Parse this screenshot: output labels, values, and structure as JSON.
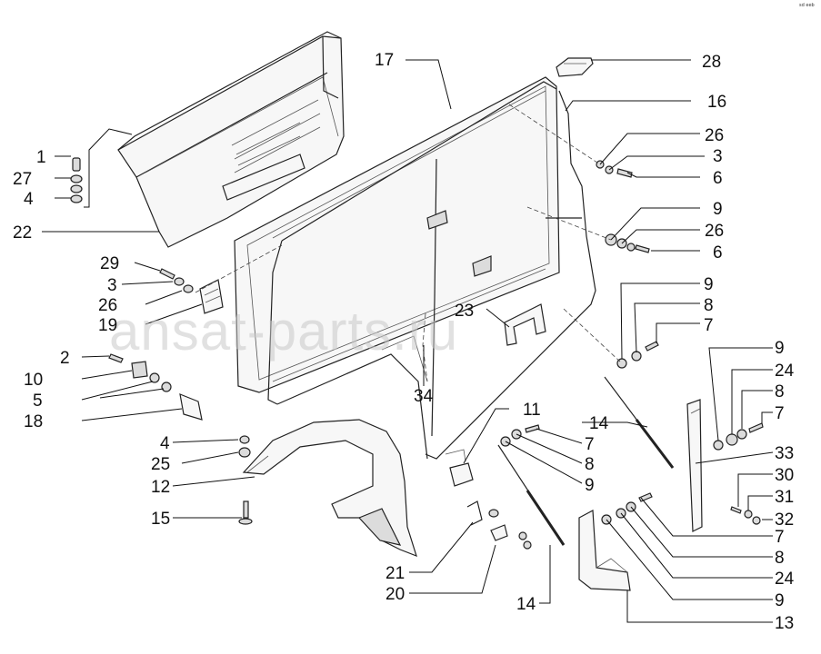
{
  "watermark": "ansat-parts.ru",
  "corner_code": "sd eeb",
  "labels": [
    {
      "id": "l17",
      "text": "17"
    },
    {
      "id": "l28",
      "text": "28"
    },
    {
      "id": "l16",
      "text": "16"
    },
    {
      "id": "l26a",
      "text": "26"
    },
    {
      "id": "l3a",
      "text": "3"
    },
    {
      "id": "l6a",
      "text": "6"
    },
    {
      "id": "l9a",
      "text": "9"
    },
    {
      "id": "l26b",
      "text": "26"
    },
    {
      "id": "l6b",
      "text": "6"
    },
    {
      "id": "l9b",
      "text": "9"
    },
    {
      "id": "l8a",
      "text": "8"
    },
    {
      "id": "l7a",
      "text": "7"
    },
    {
      "id": "l9c",
      "text": "9"
    },
    {
      "id": "l24a",
      "text": "24"
    },
    {
      "id": "l8b",
      "text": "8"
    },
    {
      "id": "l7b",
      "text": "7"
    },
    {
      "id": "l33",
      "text": "33"
    },
    {
      "id": "l30",
      "text": "30"
    },
    {
      "id": "l31",
      "text": "31"
    },
    {
      "id": "l32",
      "text": "32"
    },
    {
      "id": "l7c",
      "text": "7"
    },
    {
      "id": "l8c",
      "text": "8"
    },
    {
      "id": "l24b",
      "text": "24"
    },
    {
      "id": "l9d",
      "text": "9"
    },
    {
      "id": "l13",
      "text": "13"
    },
    {
      "id": "l1",
      "text": "1"
    },
    {
      "id": "l27",
      "text": "27"
    },
    {
      "id": "l4a",
      "text": "4"
    },
    {
      "id": "l22",
      "text": "22"
    },
    {
      "id": "l29",
      "text": "29"
    },
    {
      "id": "l3b",
      "text": "3"
    },
    {
      "id": "l26c",
      "text": "26"
    },
    {
      "id": "l19",
      "text": "19"
    },
    {
      "id": "l23",
      "text": "23"
    },
    {
      "id": "l2",
      "text": "2"
    },
    {
      "id": "l10",
      "text": "10"
    },
    {
      "id": "l5",
      "text": "5"
    },
    {
      "id": "l18",
      "text": "18"
    },
    {
      "id": "l34",
      "text": "34"
    },
    {
      "id": "l11",
      "text": "11"
    },
    {
      "id": "l14a",
      "text": "14"
    },
    {
      "id": "l7d",
      "text": "7"
    },
    {
      "id": "l8d",
      "text": "8"
    },
    {
      "id": "l9e",
      "text": "9"
    },
    {
      "id": "l4b",
      "text": "4"
    },
    {
      "id": "l25",
      "text": "25"
    },
    {
      "id": "l12",
      "text": "12"
    },
    {
      "id": "l15",
      "text": "15"
    },
    {
      "id": "l21",
      "text": "21"
    },
    {
      "id": "l20",
      "text": "20"
    },
    {
      "id": "l14b",
      "text": "14"
    }
  ]
}
